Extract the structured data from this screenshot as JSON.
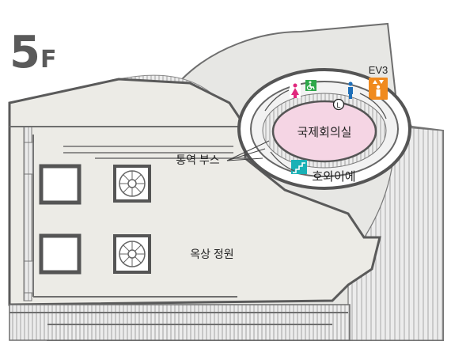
{
  "floor": {
    "number": "5",
    "unit": "F"
  },
  "rooms": {
    "conference_hall": "국제회의실",
    "foyer": "호와이에",
    "interpretation_booth": "통역 부스",
    "rooftop_garden": "옥상 정원"
  },
  "elevator": {
    "label": "EV3",
    "color": "#f08a1e"
  },
  "amenities": {
    "women_restroom_color": "#e0287e",
    "accessible_restroom_color": "#2ea84a",
    "men_restroom_color": "#1f6fb8",
    "stairs_color": "#19b1b6",
    "conference_hall_color": "#f5d5e4",
    "logo_letter": "L"
  },
  "icons": [
    "women-restroom-icon",
    "accessible-restroom-icon",
    "men-restroom-icon",
    "elevator-icon",
    "stairs-icon",
    "logo-icon"
  ]
}
